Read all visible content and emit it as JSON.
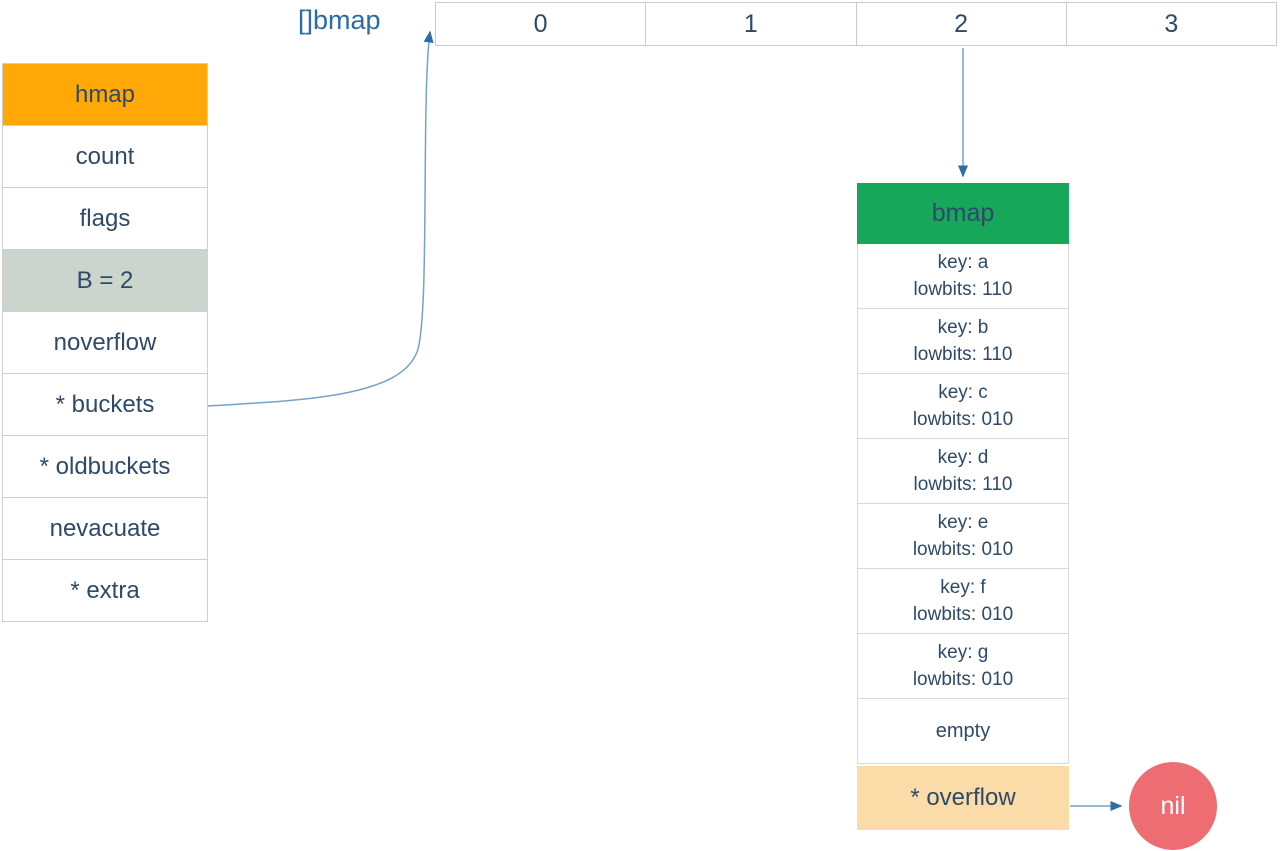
{
  "top": {
    "label": "[]bmap"
  },
  "bucket_array": {
    "cells": [
      {
        "label": "0"
      },
      {
        "label": "1"
      },
      {
        "label": "2"
      },
      {
        "label": "3"
      }
    ]
  },
  "hmap": {
    "title": "hmap",
    "rows": [
      {
        "label": "count"
      },
      {
        "label": "flags"
      },
      {
        "label": "B = 2"
      },
      {
        "label": "noverflow"
      },
      {
        "label": "* buckets"
      },
      {
        "label": "* oldbuckets"
      },
      {
        "label": "nevacuate"
      },
      {
        "label": "* extra"
      }
    ]
  },
  "bmap": {
    "title": "bmap",
    "entries": [
      {
        "key": "key: a",
        "lowbits": "lowbits: 110"
      },
      {
        "key": "key: b",
        "lowbits": "lowbits: 110"
      },
      {
        "key": "key: c",
        "lowbits": "lowbits: 010"
      },
      {
        "key": "key: d",
        "lowbits": "lowbits: 110"
      },
      {
        "key": "key: e",
        "lowbits": "lowbits: 010"
      },
      {
        "key": "key: f",
        "lowbits": "lowbits: 010"
      },
      {
        "key": "key: g",
        "lowbits": "lowbits: 010"
      }
    ],
    "empty_label": "empty",
    "overflow_label": "* overflow"
  },
  "nil_node": {
    "label": "nil"
  },
  "colors": {
    "hmap_header_bg": "#ffa808",
    "b_row_highlight_bg": "#cbd5cd",
    "bmap_header_bg": "#17a75b",
    "overflow_bg": "#fbdba7",
    "nil_bg": "#ed6d72",
    "text_navy": "#2e4a68",
    "label_blue": "#2b6ba8",
    "arrow_line": "#73a3c9",
    "arrow_head": "#2e6da4"
  }
}
